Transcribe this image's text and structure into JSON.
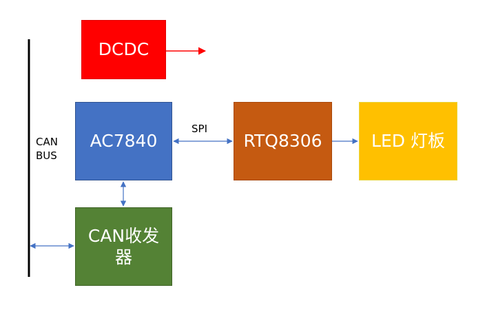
{
  "blocks": {
    "dcdc": "DCDC",
    "mcu": "AC7840",
    "driver": "RTQ8306",
    "led": "LED 灯板",
    "transceiver": "CAN收发器"
  },
  "labels": {
    "bus": "CAN\nBUS",
    "spi": "SPI"
  },
  "colors": {
    "dcdc": "#ff0000",
    "mcu": "#4472c4",
    "driver": "#c55a11",
    "led": "#ffc000",
    "transceiver": "#548235",
    "connector": "#4472c4",
    "power_arrow": "#ff0000",
    "bus_line": "#000000"
  }
}
